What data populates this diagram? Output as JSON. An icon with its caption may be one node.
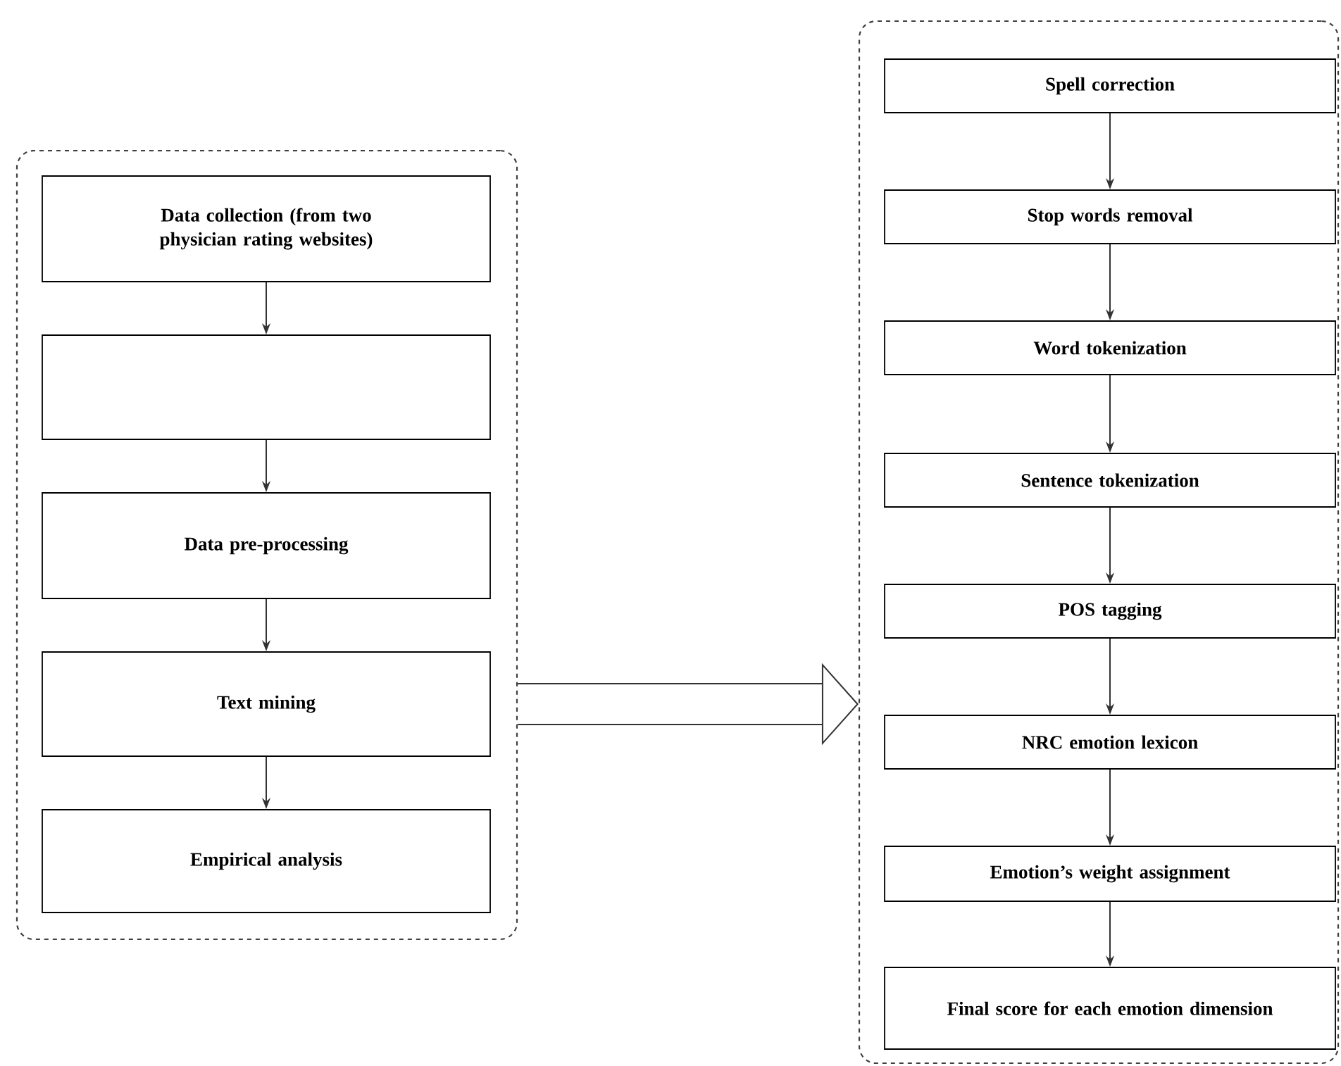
{
  "diagram": {
    "nodes": [
      {
        "text": [],
        "shape": "box"
      },
      {
        "text": [
          "Data collection (from two physician rating websites)"
        ],
        "in": 0
      },
      {
        "text": [],
        "shape": "box",
        "in": 0
      },
      {
        "text": [
          "Data pre-processing"
        ],
        "in": 0
      },
      {
        "text": [
          "Text mining"
        ],
        "in": 0
      },
      {
        "text": [
          "Empirical analysis"
        ],
        "in": 0
      },
      {
        "text": [],
        "shape": "box"
      },
      {
        "text": [
          "Spell correction"
        ],
        "in": 6
      },
      {
        "text": [
          "Stop words removal"
        ],
        "in": 6
      },
      {
        "text": [
          "Word tokenization"
        ],
        "in": 6
      },
      {
        "text": [
          "Sentence tokenization"
        ],
        "in": 6
      },
      {
        "text": [
          "POS tagging"
        ],
        "in": 6
      },
      {
        "text": [
          "NRC emotion lexicon"
        ],
        "in": 6
      },
      {
        "text": [
          "Emotion’s weight assignment"
        ],
        "in": 6
      },
      {
        "text": [
          "Final score for each emotion dimension"
        ],
        "in": 6
      }
    ],
    "edges": [
      {
        "from": 1,
        "to": 2,
        "arrow": "to"
      },
      {
        "from": 2,
        "to": 3,
        "arrow": "to"
      },
      {
        "from": 3,
        "to": 4,
        "arrow": "to"
      },
      {
        "from": 4,
        "to": 5,
        "arrow": "to"
      },
      {
        "from": 0,
        "to": 6,
        "arrow": "to",
        "style": "thick"
      },
      {
        "from": 7,
        "to": 8,
        "arrow": "to"
      },
      {
        "from": 8,
        "to": 9,
        "arrow": "to"
      },
      {
        "from": 9,
        "to": 10,
        "arrow": "to"
      },
      {
        "from": 10,
        "to": 11,
        "arrow": "to"
      },
      {
        "from": 11,
        "to": 12,
        "arrow": "to"
      },
      {
        "from": 12,
        "to": 13,
        "arrow": "to"
      },
      {
        "from": 13,
        "to": 14,
        "arrow": "to"
      }
    ]
  }
}
